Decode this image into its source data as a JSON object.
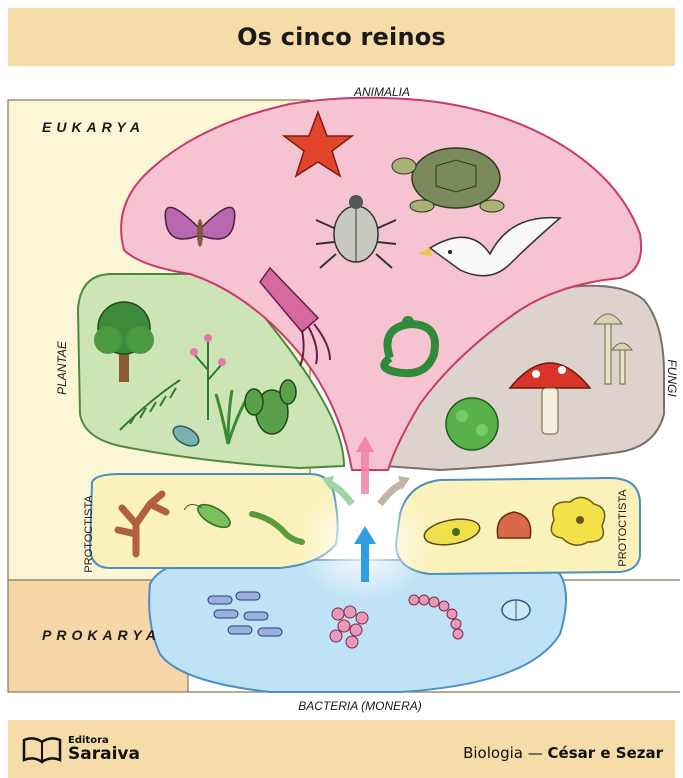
{
  "title": "Os cinco reinos",
  "domains": {
    "eukarya": "EUKARYA",
    "prokarya": "PROKARYA"
  },
  "kingdoms": {
    "animalia": "ANIMALIA",
    "plantae": "PLANTAE",
    "fungi": "FUNGI",
    "protoctista_left": "PROTOCTISTA",
    "protoctista_right": "PROTOCTISTA",
    "bacteria": "BACTERIA (MONERA)"
  },
  "footer": {
    "publisher_small": "Editora",
    "publisher_big": "Saraiva",
    "book": "Biologia",
    "separator": " — ",
    "authors": "César e Sezar"
  },
  "colors": {
    "animalia": "#f6c3d2",
    "plantae": "#cde5b6",
    "fungi": "#ddd3cc",
    "protoctista": "#fbf2bb",
    "bacteria": "#bfe2f6",
    "eukarya_bg": "#fdf6d6",
    "prokarya_bg": "#f7d6a8",
    "header_band": "#f5dca8"
  },
  "organisms": {
    "animalia": [
      "butterfly-icon",
      "starfish-icon",
      "beetle-icon",
      "turtle-icon",
      "bird-icon",
      "squid-icon",
      "snake-icon"
    ],
    "plantae": [
      "tree-icon",
      "flower-plant-icon",
      "fern-icon",
      "leaf-icon",
      "grass-icon",
      "cactus-icon"
    ],
    "fungi": [
      "mold-icon",
      "red-mushroom-icon",
      "small-mushrooms-icon"
    ],
    "protoctista": [
      "algae-icon",
      "euglena-icon",
      "trypanosome-icon",
      "paramecium-icon",
      "shell-amoeba-icon",
      "amoeba-icon"
    ],
    "bacteria": [
      "bacilli-icon",
      "cocci-icon",
      "streptococci-icon",
      "diplococcus-icon"
    ]
  }
}
